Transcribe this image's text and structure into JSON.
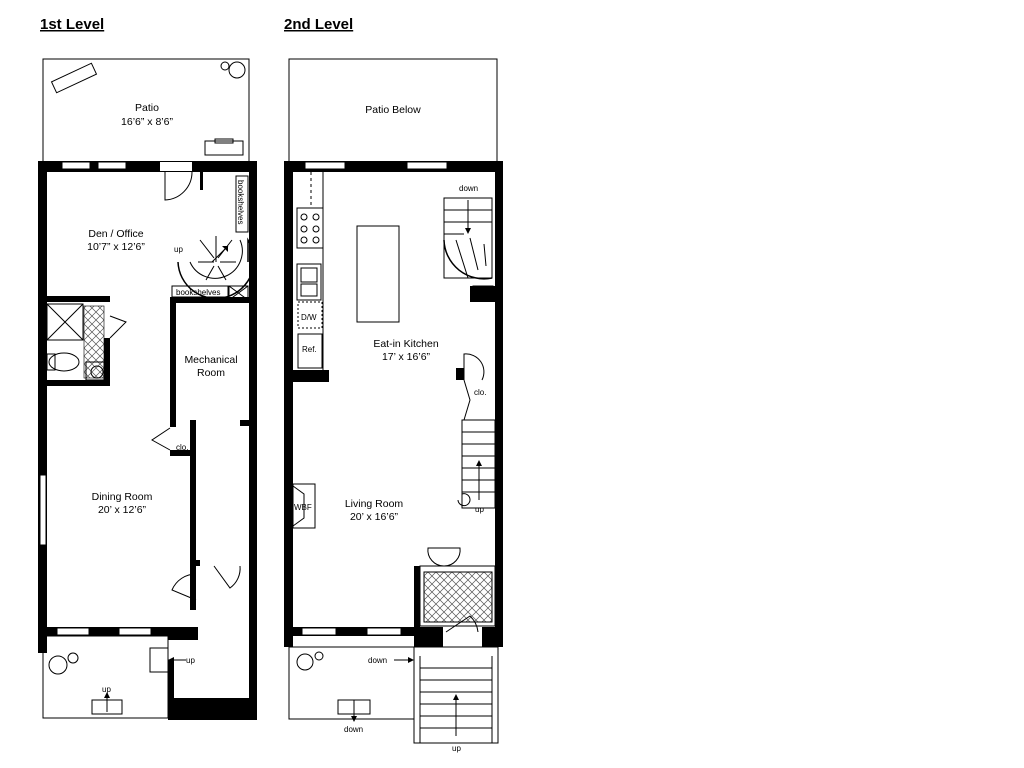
{
  "level1": {
    "heading": "1st Level",
    "patio": {
      "name": "Patio",
      "dims": "16’6” x 8’6”"
    },
    "den": {
      "name": "Den / Office",
      "dims": "10’7” x 12’6”"
    },
    "bookshelves_vertical": "bookshelves",
    "bookshelves_horizontal": "bookshelves",
    "mechanical": {
      "line1": "Mechanical",
      "line2": "Room"
    },
    "closet": "clo.",
    "dining": {
      "name": "Dining Room",
      "dims": "20’ x 12’6”"
    },
    "stair_up_den": "up",
    "stair_up_front": "up",
    "stair_up_yard": "up"
  },
  "level2": {
    "heading": "2nd Level",
    "patio_below": "Patio Below",
    "stair_down": "down",
    "kitchen": {
      "name": "Eat-in Kitchen",
      "dims": "17’ x 16’6”"
    },
    "dishwasher": "D/W",
    "refrigerator": "Ref.",
    "closet": "clo.",
    "fireplace": "WBF",
    "living": {
      "name": "Living Room",
      "dims": "20’ x 16’6”"
    },
    "stair_up_living": "up",
    "down_stoop": "down",
    "down_yard": "down",
    "up_stoop": "up"
  }
}
